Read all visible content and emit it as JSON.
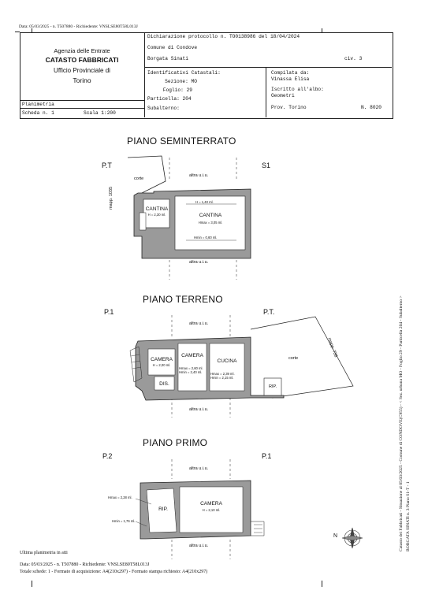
{
  "top_line": "Data: 05/03/2025 - n. T507880 - Richiedente: VNSLSE80T58L013J",
  "agency": {
    "line1": "Agenzia delle Entrate",
    "line2": "CATASTO FABBRICATI",
    "line3": "Ufficio Provinciale di",
    "line4": "Torino"
  },
  "header": {
    "declaration": "Dichiarazione protocollo n. TO0138986 del 18/04/2024",
    "comune": "Comune di Condove",
    "address": "Borgata Sinati",
    "civ": "civ. 3",
    "ident_title": "Identificativi Catastali:",
    "sezione": "Sezione: MO",
    "foglio": "Foglio: 29",
    "particella": "Particella: 204",
    "subalterno": "Subalterno:",
    "compilata": "Compilata da:",
    "compiler": "Vinassa Elisa",
    "iscritto": "Iscritto all'albo:",
    "albo": "Geometri",
    "prov": "Prov. Torino",
    "num": "N. 8020",
    "planimetria": "Planimetria",
    "scheda": "Scheda n. 1",
    "scala": "Scala 1:200"
  },
  "floors": {
    "seminterrato": {
      "title": "PIANO SEMINTERRATO",
      "left": "P.T",
      "right": "S1",
      "corte": "corte",
      "altra_top": "altra u.i.u.",
      "altra_bottom": "altra u.i.u.",
      "mapp": "mapp. 1035",
      "cantina1": "CANTINA",
      "cantina1_h": "H = 2,30 ml.",
      "cantina2": "CANTINA",
      "cantina2_h": "Hmax = 3,05 ml.",
      "h1": "H = 1,40 ml.",
      "hmin": "Hmin = 0,60 ml."
    },
    "terreno": {
      "title": "PIANO TERRENO",
      "left": "P.1",
      "right": "P.T.",
      "altra_top": "altra u.i.u.",
      "altra_bottom": "altra u.i.u.",
      "mapp": "mapp. 738",
      "corte": "corte",
      "camera1": "CAMERA",
      "camera1_h": "H = 2,00 ml.",
      "camera2": "CAMERA",
      "camera2_hmax": "Hmax = 2,60 ml.",
      "camera2_hmin": "Hmin = 2,40 ml.",
      "cucina": "CUCINA",
      "cucina_hmax": "Hmax = 2,39 ml.",
      "cucina_hmin": "Hmin = 2,15 ml.",
      "dis": "DIS.",
      "rip": "RIP."
    },
    "primo": {
      "title": "PIANO PRIMO",
      "left": "P.2",
      "right": "P.1",
      "altra_top": "altra u.i.u.",
      "altra_bottom": "altra u.i.u.",
      "hmax": "Hmax = 2,28 ml.",
      "hmin": "Hmin = 1,76 ml.",
      "rip": "RIP.",
      "camera": "CAMERA",
      "camera_h": "H = 2,10 ml."
    }
  },
  "compass_label": "N",
  "side_text": "Catasto dei Fabbricati - Situazione al 05/03/2025 - Comune di CONDOVE(C955) - < Sez. urbana MO - Foglio 29 - Particella 204 - Subalterno >",
  "side_text2": "BORGATA SINATI n. 3 Piano S1-T - 1",
  "footer": {
    "ultima": "Ultima planimetria in atti",
    "data": "Data: 05/03/2025 - n. T507880 - Richiedente: VNSLSE80T58L013J",
    "totale": "Totale schede: 1 - Formato di acquisizione: A4(210x297) - Formato stampa richiesto: A4(210x297)"
  }
}
